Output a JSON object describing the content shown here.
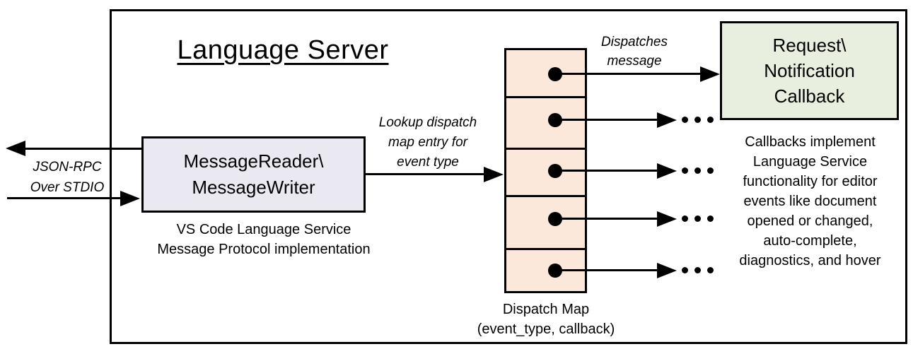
{
  "diagram": {
    "title": "Language Server",
    "io_label": {
      "line1": "JSON-RPC",
      "line2": "Over STDIO"
    },
    "reader_box": {
      "line1": "MessageReader\\",
      "line2": "MessageWriter"
    },
    "reader_caption": {
      "line1": "VS Code Language Service",
      "line2": "Message Protocol implementation"
    },
    "lookup_label": {
      "line1": "Lookup dispatch",
      "line2": "map entry for",
      "line3": "event type"
    },
    "dispatches_label": {
      "line1": "Dispatches",
      "line2": "message"
    },
    "callback_box": {
      "line1": "Request\\",
      "line2": "Notification",
      "line3": "Callback"
    },
    "callbacks_note": {
      "line1": "Callbacks implement",
      "line2": "Language Service",
      "line3": "functionality for editor",
      "line4": "events like document",
      "line5": "opened or changed,",
      "line6": "auto-complete,",
      "line7": "diagnostics, and hover"
    },
    "map_caption": {
      "line1": "Dispatch Map",
      "line2": "(event_type, callback)"
    },
    "dispatch_cell_count": 5,
    "colors": {
      "stroke": "#000000",
      "reader_fill": "#EAE9F2",
      "map_fill": "#FBE8DB",
      "callback_fill": "#E8EFDF"
    }
  }
}
